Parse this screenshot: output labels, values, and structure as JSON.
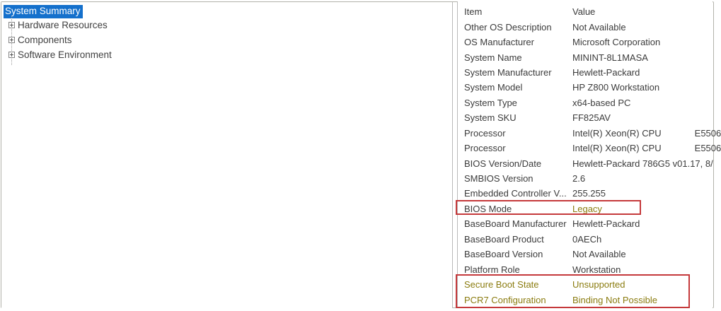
{
  "colors": {
    "selection-blue": "#1470cc",
    "olive": "#8b7c10",
    "highlight-red": "#c5393b",
    "border-gray": "#b2b2aa",
    "divider-gray": "#b9b9b9",
    "text": "#3b3b3b"
  },
  "tree": {
    "selected_item": "System Summary",
    "items": [
      {
        "label": "Hardware Resources",
        "expander": "plus"
      },
      {
        "label": "Components",
        "expander": "plus"
      },
      {
        "label": "Software Environment",
        "expander": "plus"
      }
    ]
  },
  "table": {
    "columns": {
      "item": "Item",
      "value": "Value"
    },
    "rows": [
      {
        "item": "Other OS Description",
        "value": "Not Available"
      },
      {
        "item": "OS Manufacturer",
        "value": "Microsoft Corporation"
      },
      {
        "item": "System Name",
        "value": "MININT-8L1MASA"
      },
      {
        "item": "System Manufacturer",
        "value": "Hewlett-Packard"
      },
      {
        "item": "System Model",
        "value": "HP Z800 Workstation"
      },
      {
        "item": "System Type",
        "value": "x64-based PC"
      },
      {
        "item": "System SKU",
        "value": "FF825AV"
      },
      {
        "item": "Processor",
        "value": "Intel(R) Xeon(R) CPU             E5506"
      },
      {
        "item": "Processor",
        "value": "Intel(R) Xeon(R) CPU             E5506"
      },
      {
        "item": "BIOS Version/Date",
        "value": "Hewlett-Packard 786G5 v01.17, 8/"
      },
      {
        "item": "SMBIOS Version",
        "value": "2.6"
      },
      {
        "item": "Embedded Controller V...",
        "value": "255.255"
      },
      {
        "item": "BIOS Mode",
        "value": "Legacy",
        "style": "olive-value"
      },
      {
        "item": "BaseBoard Manufacturer",
        "value": "Hewlett-Packard"
      },
      {
        "item": "BaseBoard Product",
        "value": "0AECh"
      },
      {
        "item": "BaseBoard Version",
        "value": "Not Available"
      },
      {
        "item": "Platform Role",
        "value": "Workstation"
      },
      {
        "item": "Secure Boot State",
        "value": "Unsupported",
        "style": "olive-row"
      },
      {
        "item": "PCR7 Configuration",
        "value": "Binding Not Possible",
        "style": "olive-row"
      }
    ]
  },
  "annotations": {
    "bios_mode_box": "red rectangle around BIOS Mode / Legacy row",
    "secure_boot_box": "red rectangle around Secure Boot State and PCR7 Configuration rows"
  }
}
